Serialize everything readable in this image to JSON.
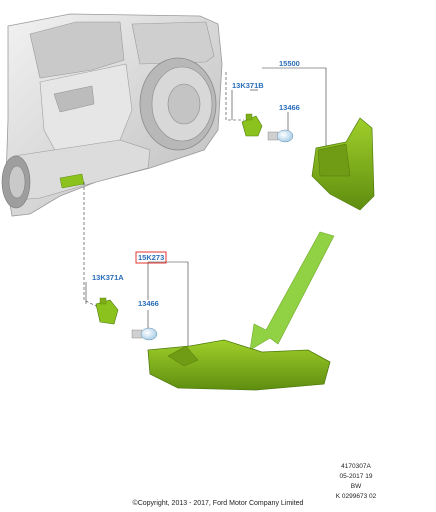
{
  "callouts": {
    "part_15500": "15500",
    "holder_rear_upper": "13K371B",
    "bulb_upper": "13466",
    "part_15k273": "15K273",
    "holder_rear_lower": "13K371A",
    "bulb_lower": "13466"
  },
  "reference": {
    "line1": "4170307A",
    "line2": "05-2017 19",
    "line3": "BW",
    "line4": "K 0299673 02"
  },
  "copyright": "©Copyright, 2013 - 2017, Ford Motor Company Limited",
  "colors": {
    "part_green": "#7fae18",
    "arrow_green": "#8ccf3a",
    "callout_blue": "#2a6ebb",
    "highlight_red": "#e02020",
    "vehicle_gray": "#d6d6d6"
  }
}
